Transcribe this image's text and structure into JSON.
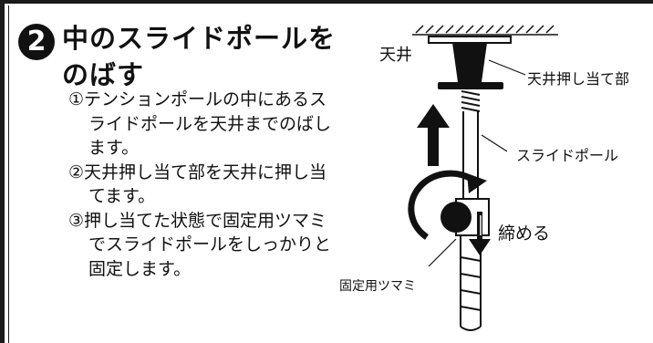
{
  "step": {
    "number": "2",
    "title_line1": "中のスライドポールを",
    "title_line2": "のばす"
  },
  "instructions": [
    "①テンションポールの中にあるスライドポールを天井までのばします。",
    "②天井押し当て部を天井に押し当てます。",
    "③押し当てた状態で固定用ツマミでスライドポールをしっかりと固定します。"
  ],
  "diagram": {
    "ceiling_label": "天井",
    "ceiling_pusher_label": "天井押し当て部",
    "slide_pole_label": "スライドポール",
    "tighten_label": "締める",
    "knob_label": "固定用ツマミ"
  },
  "colors": {
    "ink": "#111111",
    "paper": "#ffffff"
  }
}
